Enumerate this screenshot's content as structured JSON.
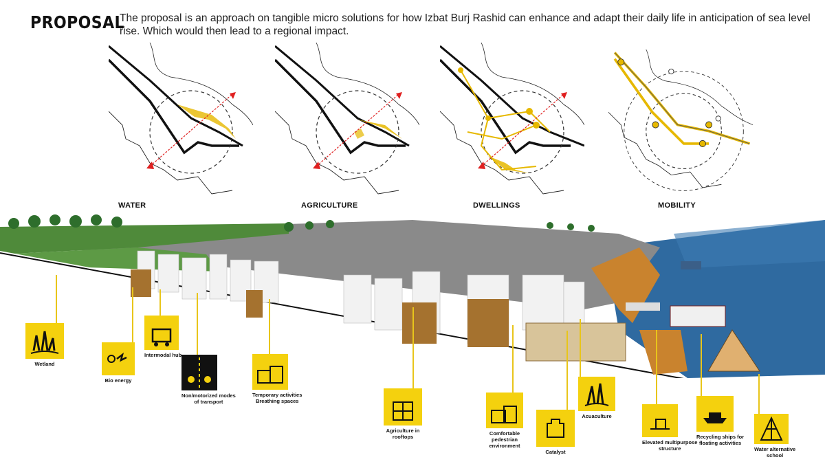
{
  "header": {
    "title": "PROPOSAL",
    "intro": "The proposal is an approach on tangible micro solutions for how Izbat Burj Rashid can enhance and adapt their daily life in anticipation of sea level rise. Which would then lead to a regional impact."
  },
  "maps": [
    {
      "label": "WATER"
    },
    {
      "label": "AGRICULTURE"
    },
    {
      "label": "DWELLINGS"
    },
    {
      "label": "MOBILITY"
    }
  ],
  "callouts": [
    {
      "label": "Wetland",
      "icon": "wetland-icon"
    },
    {
      "label": "Bio energy",
      "icon": "bio-energy-icon"
    },
    {
      "label": "Intermodal hub",
      "icon": "intermodal-hub-icon"
    },
    {
      "label": "Non/motorized modes\nof transport",
      "icon": "transport-icon"
    },
    {
      "label": "Temporary activities\nBreathing spaces",
      "icon": "temporary-activities-icon"
    },
    {
      "label": "Agriculture in\nrooftops",
      "icon": "rooftop-agriculture-icon"
    },
    {
      "label": "Comfortable\npedestrian\nenvironment",
      "icon": "pedestrian-icon"
    },
    {
      "label": "Catalyst",
      "icon": "catalyst-icon"
    },
    {
      "label": "Acuaculture",
      "icon": "aquaculture-icon"
    },
    {
      "label": "Elevated multipurpose\nstructure",
      "icon": "elevated-structure-icon"
    },
    {
      "label": "Recycling ships for\nfloating activities",
      "icon": "ship-icon"
    },
    {
      "label": "Water alternative\nschool",
      "icon": "school-icon"
    }
  ],
  "colors": {
    "accent": "#f4d10e",
    "map_highlight": "#e6b800",
    "arrow": "#e02020",
    "sea": "#2f6aa0",
    "green": "#4f8a3a"
  }
}
